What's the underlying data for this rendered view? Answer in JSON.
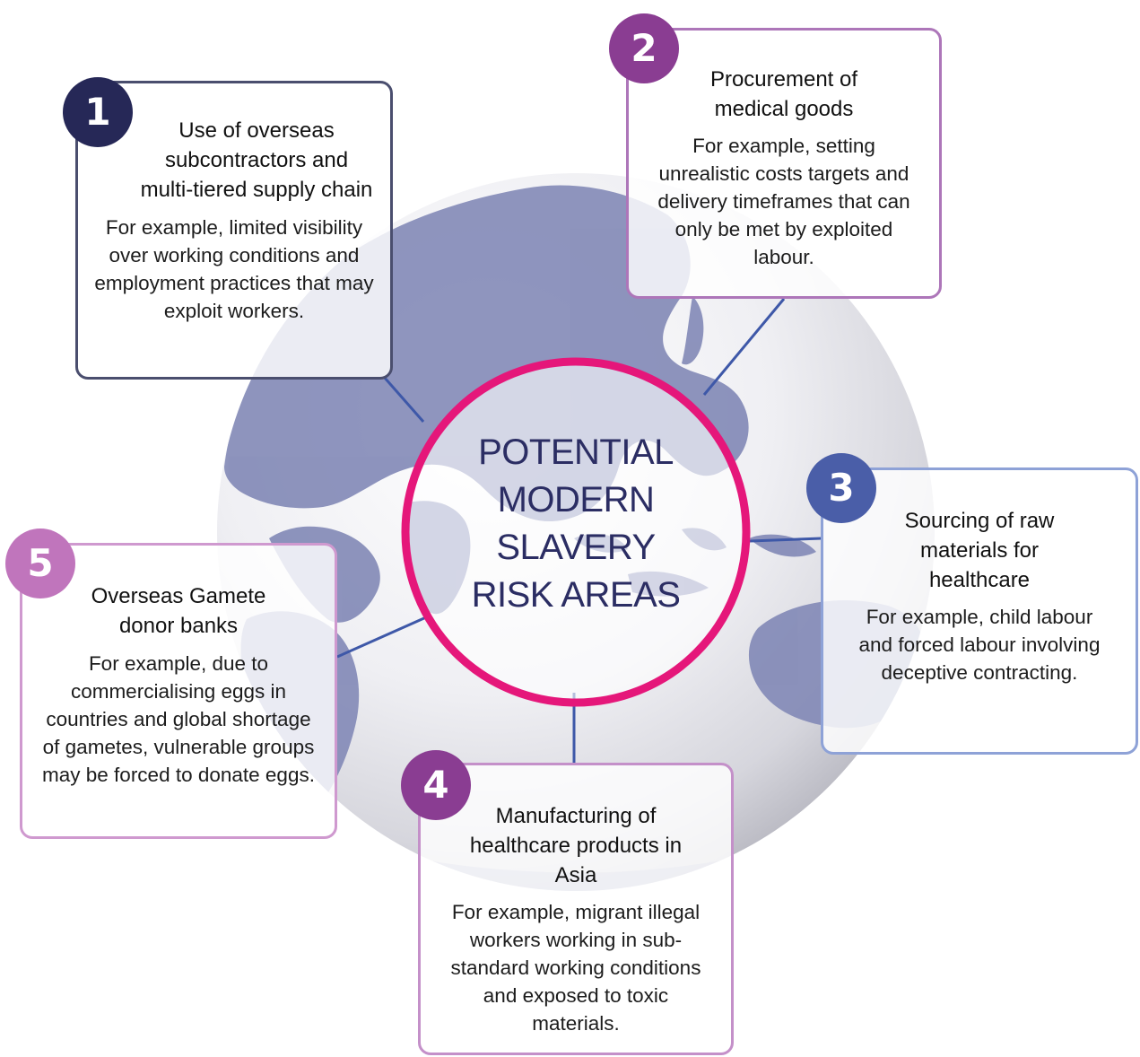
{
  "center": {
    "lines": [
      "POTENTIAL",
      "MODERN",
      "SLAVERY",
      "RISK AREAS"
    ]
  },
  "colors": {
    "ring": "#e5177a",
    "globe": "#e9e9ee",
    "land": "#7f86b5",
    "connector": "#3e58a8"
  },
  "areas": [
    {
      "number": "1",
      "title": "Use of overseas subcontractors and multi-tiered supply chain",
      "description": "For example, limited visibility over working conditions and employment practices that may exploit workers.",
      "accent": "#262857"
    },
    {
      "number": "2",
      "title": "Procurement of medical goods",
      "description": "For example, setting unrealistic costs targets and delivery timeframes that can only be met by exploited labour.",
      "accent": "#8a3d92"
    },
    {
      "number": "3",
      "title": "Sourcing of raw materials for healthcare",
      "description": "For example, child labour and forced labour involving deceptive contracting.",
      "accent": "#4a5ea8"
    },
    {
      "number": "4",
      "title": "Manufacturing of healthcare products in Asia",
      "description": "For example, migrant illegal workers working in sub-standard working conditions and exposed to toxic materials.",
      "accent": "#8a3d92"
    },
    {
      "number": "5",
      "title": "Overseas Gamete donor banks",
      "description": "For example, due to commercialising eggs in countries and global shortage of gametes, vulnerable groups may be forced to donate eggs.",
      "accent": "#c075bc"
    }
  ]
}
